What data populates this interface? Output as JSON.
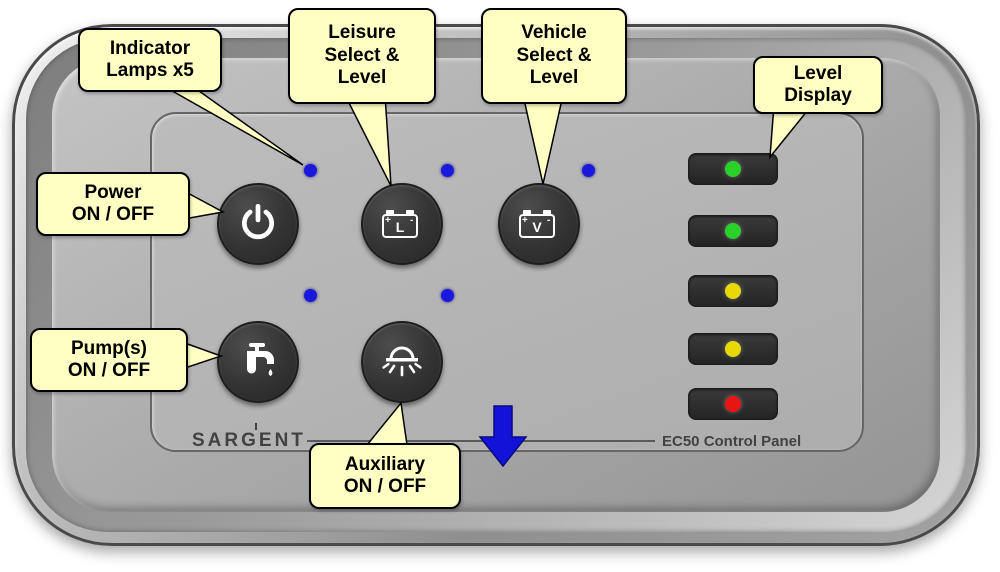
{
  "device": {
    "brand": "SARGENT",
    "model_label": "EC50 Control Panel"
  },
  "callouts": {
    "indicator_lamps": "Indicator\nLamps x5",
    "leisure_select": "Leisure\nSelect &\nLevel",
    "vehicle_select": "Vehicle\nSelect &\nLevel",
    "level_display": "Level\nDisplay",
    "power": "Power\nON / OFF",
    "pump": "Pump(s)\nON / OFF",
    "auxiliary": "Auxiliary\nON / OFF"
  },
  "buttons": {
    "power": {
      "icon": "power-icon"
    },
    "leisure": {
      "icon": "leisure-battery-icon",
      "letter": "L",
      "plus": "+",
      "minus": "-"
    },
    "vehicle": {
      "icon": "vehicle-battery-icon",
      "letter": "V",
      "plus": "+",
      "minus": "-"
    },
    "pump": {
      "icon": "pump-icon"
    },
    "auxiliary": {
      "icon": "auxiliary-light-icon"
    }
  },
  "indicator_leds": {
    "count": 5,
    "color": "#1b18dd"
  },
  "level_display": {
    "segment_names": [
      "green",
      "green",
      "yellow",
      "yellow",
      "red"
    ],
    "segment_colors": [
      "#2bd12b",
      "#2bd12b",
      "#e8d900",
      "#e8d900",
      "#e81515"
    ]
  },
  "colors": {
    "callout_bg": "#ffffc4",
    "arrow": "#1212d8"
  }
}
